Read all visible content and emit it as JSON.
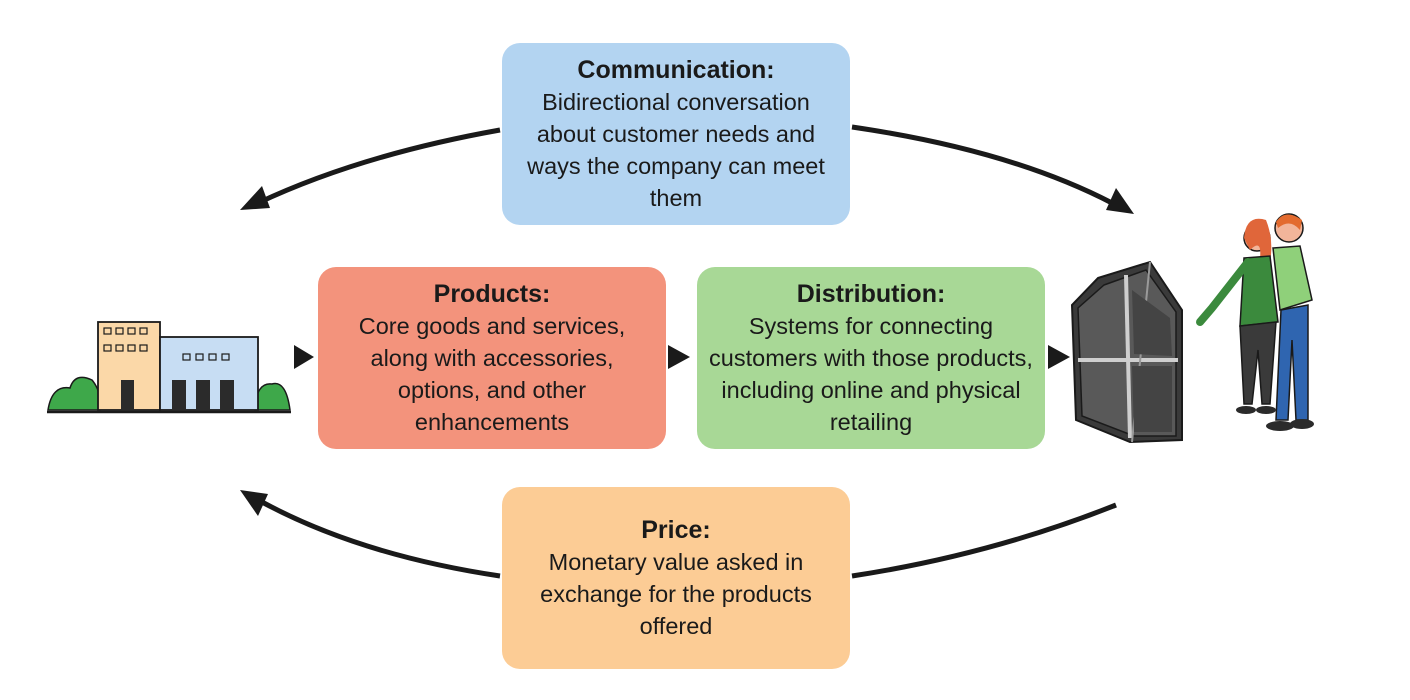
{
  "colors": {
    "communication": "#b3d4f1",
    "products": "#f3937c",
    "distribution": "#a8d896",
    "price": "#fccc95",
    "arrow": "#1a1a1a"
  },
  "boxes": {
    "communication": {
      "title": "Communication:",
      "desc": "Bidirectional conversation about customer needs and ways the company can meet them"
    },
    "products": {
      "title": "Products:",
      "desc": "Core goods and services, along with accessories, options, and other enhancements"
    },
    "distribution": {
      "title": "Distribution:",
      "desc": "Systems for connecting customers with those products, including online and physical retailing"
    },
    "price": {
      "title": "Price:",
      "desc": "Monetary value asked in exchange for the products offered"
    }
  },
  "icons": {
    "company": "factory-building-icon",
    "storefront": "shop-window-icon",
    "customers": "customers-couple-icon"
  }
}
